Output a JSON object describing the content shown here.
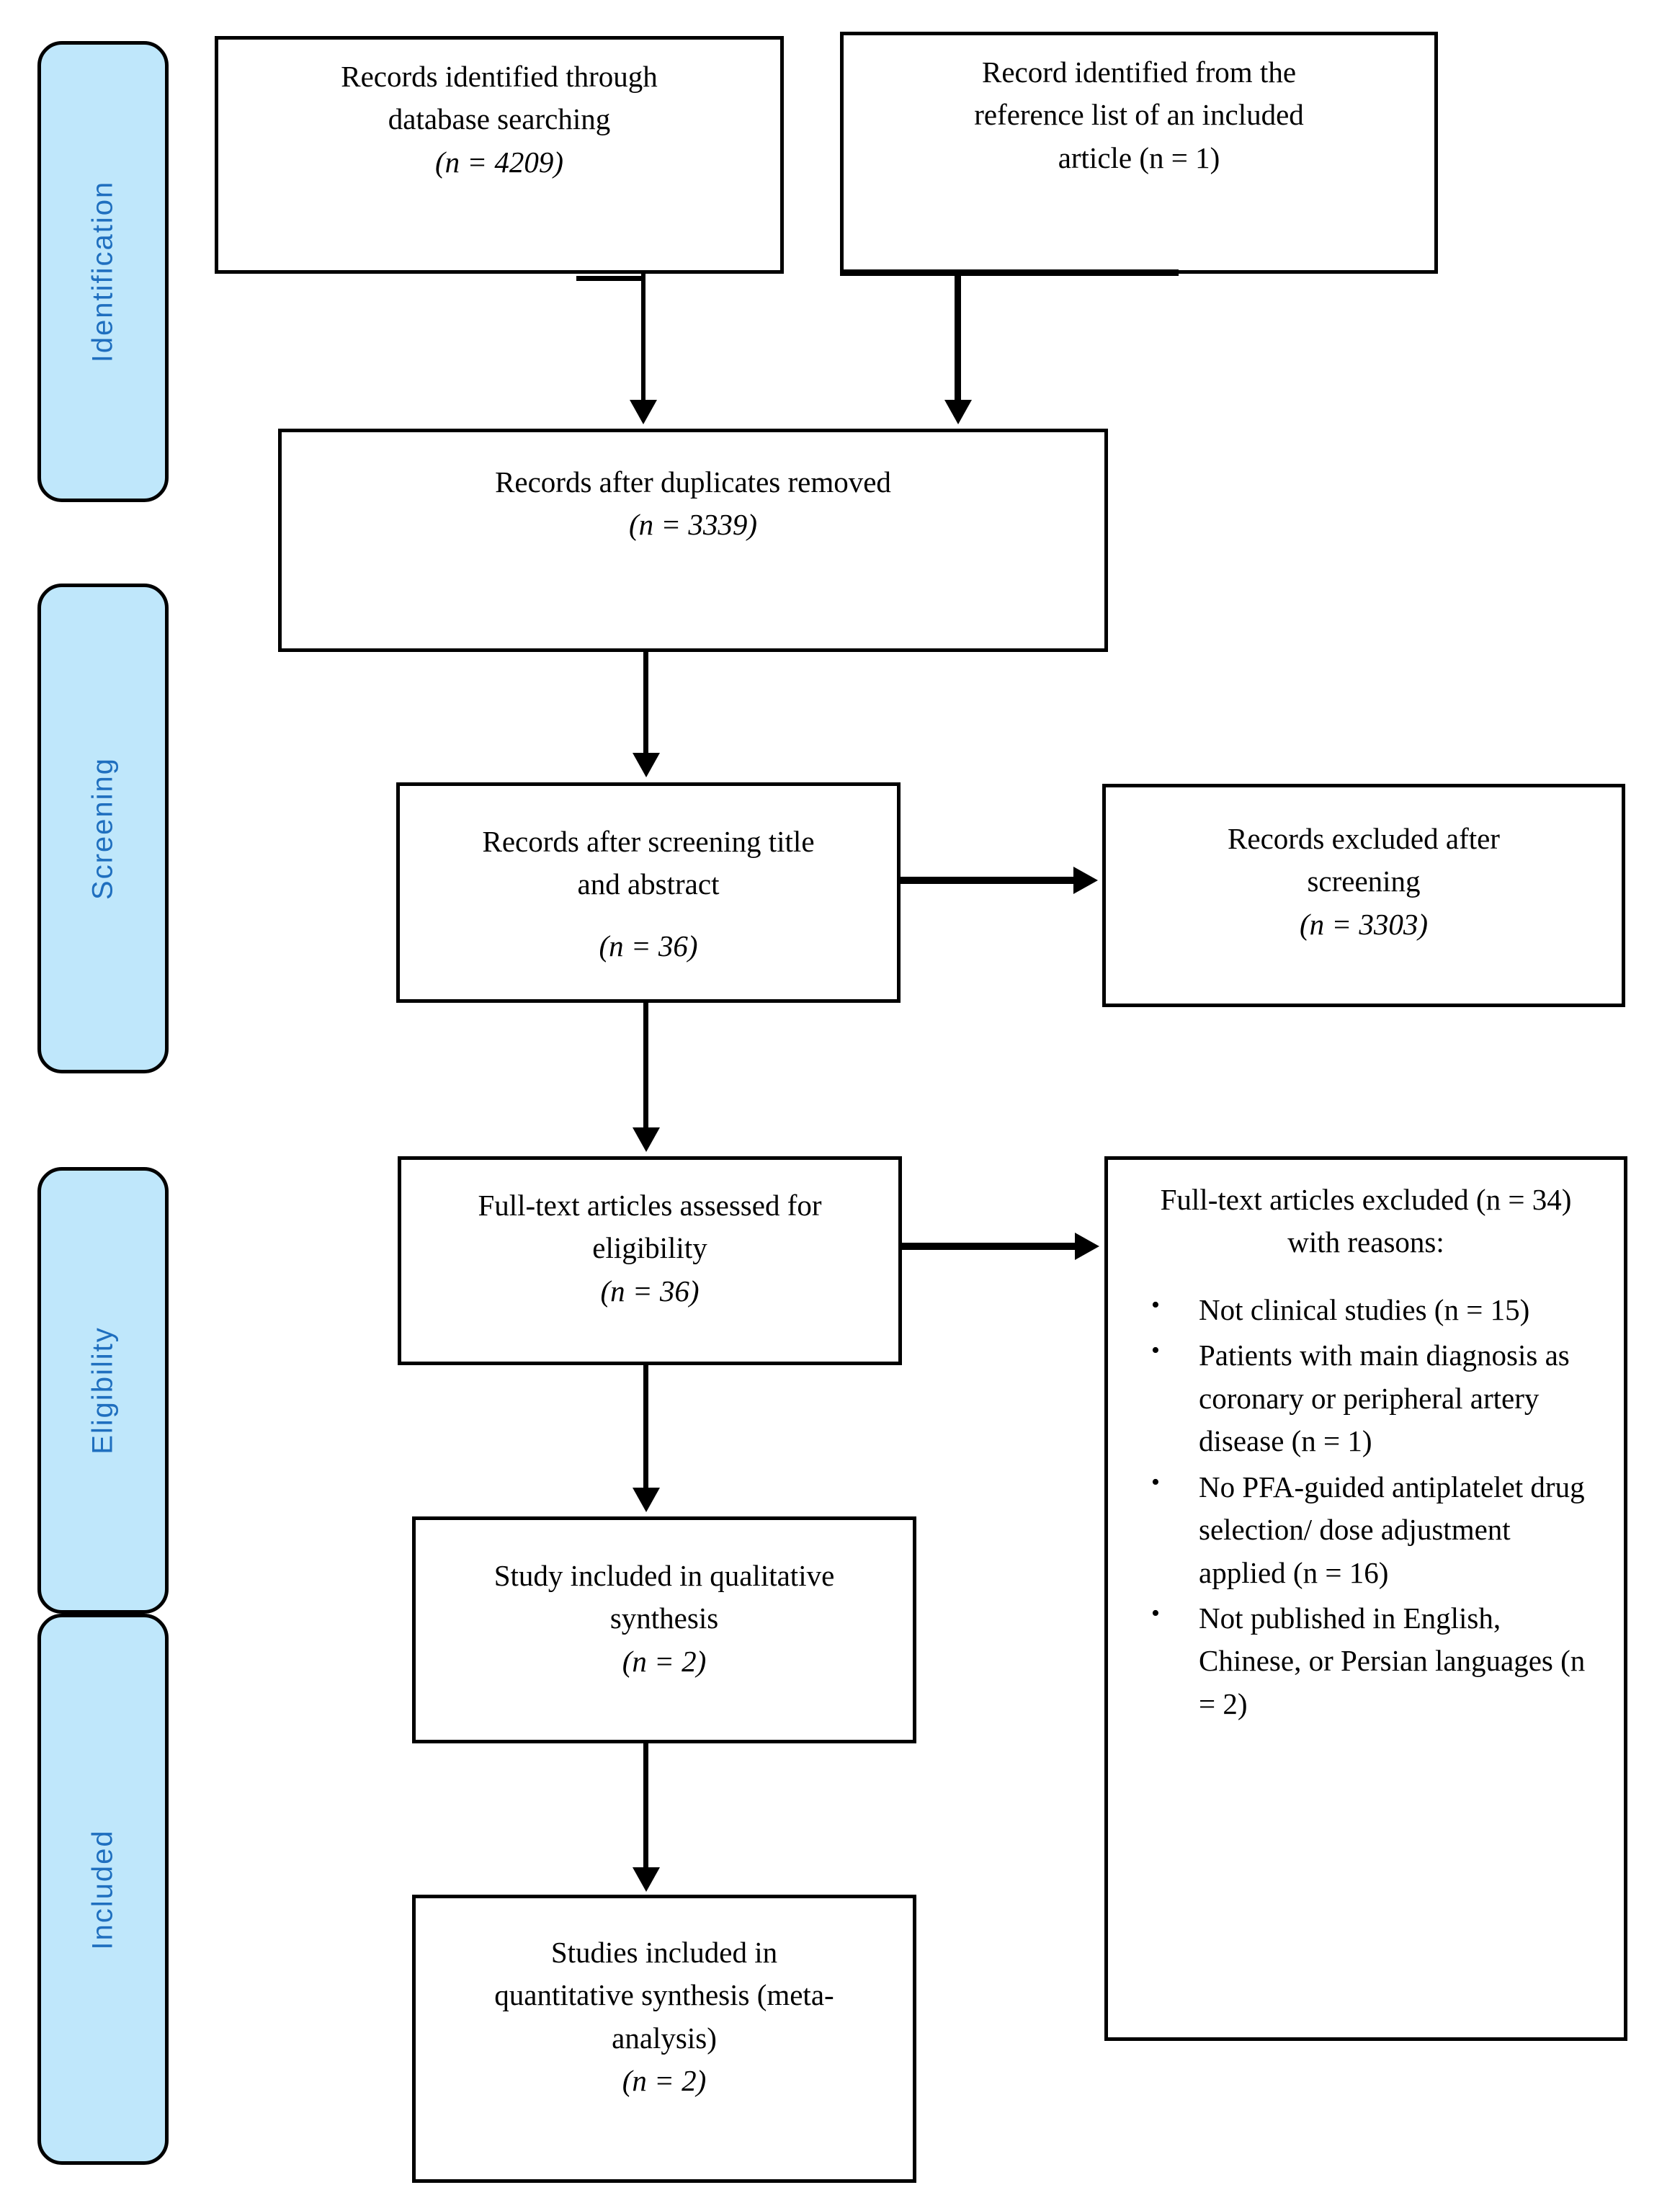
{
  "diagram": {
    "title": "PRISMA study selection flow diagram",
    "colors": {
      "stage_fill": "#bfe7fb",
      "stage_border": "#000000",
      "stage_text": "#1f6fbf",
      "box_border": "#000000",
      "box_fill": "#ffffff",
      "connector": "#000000"
    }
  },
  "stages": [
    {
      "id": "identification",
      "label": "Identification"
    },
    {
      "id": "screening",
      "label": "Screening"
    },
    {
      "id": "eligibility",
      "label": "Eligibility"
    },
    {
      "id": "included",
      "label": "Included"
    }
  ],
  "boxes": {
    "database_search": {
      "line1": "Records identified through",
      "line2": "database searching",
      "count": "(n = 4209)"
    },
    "reference_list": {
      "line1": "Record identified from the",
      "line2": "reference list of an included",
      "line3": "article (n = 1)"
    },
    "duplicates_removed": {
      "line1": "Records after duplicates removed",
      "count": "(n = 3339)"
    },
    "screened_title_abstract": {
      "line1": "Records after screening title",
      "line2": "and abstract",
      "count": "(n = 36)"
    },
    "records_excluded": {
      "line1": "Records excluded after",
      "line2": "screening",
      "count": "(n = 3303)"
    },
    "fulltext_assessed": {
      "line1": "Full-text articles assessed for",
      "line2": "eligibility",
      "count": "(n = 36)"
    },
    "fulltext_excluded": {
      "head_line1": "Full-text articles excluded (n =",
      "head_line2": "34) with reasons:",
      "reasons": [
        "Not clinical studies (n = 15)",
        "Patients with main diagnosis as coronary or peripheral artery disease (n = 1)",
        "No PFA-guided antiplatelet drug selection/ dose adjustment applied (n = 16)",
        "Not published in English, Chinese, or Persian languages (n = 2)"
      ]
    },
    "qualitative_synthesis": {
      "line1": "Study included in qualitative",
      "line2": "synthesis",
      "count": "(n = 2)"
    },
    "quantitative_synthesis": {
      "line1": "Studies included in",
      "line2": "quantitative synthesis (meta-",
      "line3": "analysis)",
      "count": "(n = 2)"
    }
  }
}
